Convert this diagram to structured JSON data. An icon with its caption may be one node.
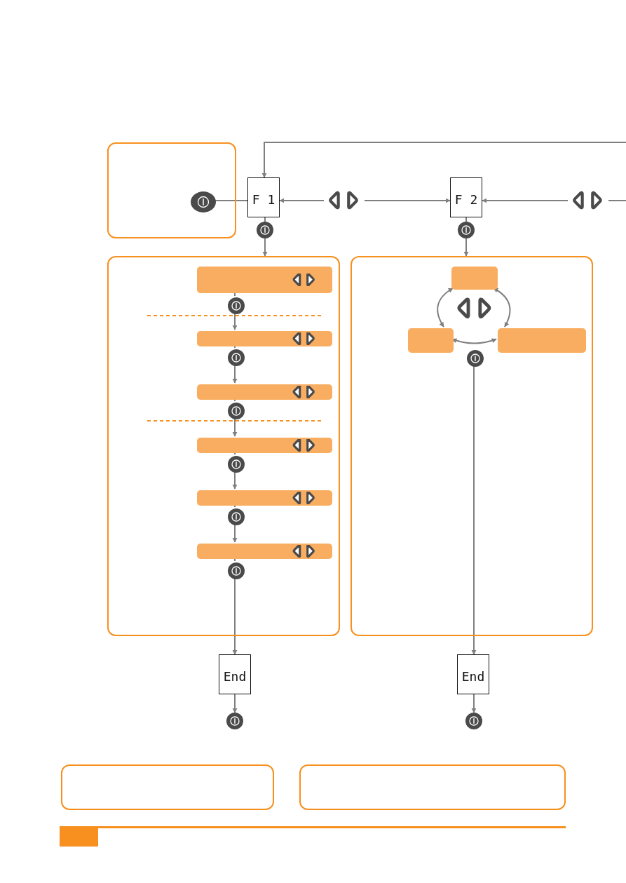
{
  "diagram": {
    "nodes": [
      {
        "text": [],
        "shape": "box"
      },
      {
        "text": [],
        "shape": "circle",
        "in": 0
      },
      {
        "text": [
          "F 1"
        ]
      },
      {
        "text": [],
        "shape": "button"
      },
      {
        "text": [
          "F 2"
        ]
      },
      {
        "text": [],
        "shape": "button"
      },
      {
        "text": [],
        "shape": "circle"
      },
      {
        "text": [],
        "shape": "box"
      },
      {
        "text": [],
        "shape": "bar",
        "in": 7
      },
      {
        "text": [],
        "shape": "circle",
        "in": 7
      },
      {
        "text": [],
        "shape": "bar",
        "in": 7
      },
      {
        "text": [],
        "shape": "circle",
        "in": 7
      },
      {
        "text": [],
        "shape": "bar",
        "in": 7
      },
      {
        "text": [],
        "shape": "circle",
        "in": 7
      },
      {
        "text": [],
        "shape": "bar",
        "in": 7
      },
      {
        "text": [],
        "shape": "circle",
        "in": 7
      },
      {
        "text": [],
        "shape": "bar",
        "in": 7
      },
      {
        "text": [],
        "shape": "circle",
        "in": 7
      },
      {
        "text": [],
        "shape": "bar",
        "in": 7
      },
      {
        "text": [],
        "shape": "circle",
        "in": 7
      },
      {
        "text": [
          "End"
        ]
      },
      {
        "text": [],
        "shape": "circle"
      },
      {
        "text": [],
        "shape": "circle"
      },
      {
        "text": [],
        "shape": "box"
      },
      {
        "text": [],
        "shape": "bar",
        "in": 23
      },
      {
        "text": [],
        "shape": "bar",
        "in": 23
      },
      {
        "text": [],
        "shape": "bar",
        "in": 23
      },
      {
        "text": [],
        "shape": "circle",
        "in": 23
      },
      {
        "text": [
          "End"
        ]
      },
      {
        "text": [],
        "shape": "circle"
      },
      {
        "text": [],
        "shape": "box"
      },
      {
        "text": [],
        "shape": "box"
      }
    ],
    "edges": [
      {
        "from": 1,
        "to": 2,
        "arrow": "none"
      },
      {
        "from": 3,
        "to": 2,
        "arrow": "to"
      },
      {
        "from": 3,
        "to": 4,
        "arrow": "to"
      },
      {
        "from": 5,
        "to": 4,
        "arrow": "to"
      },
      {
        "from": 5,
        "to": null,
        "arrow": "none"
      },
      {
        "from": null,
        "to": 2,
        "arrow": "to"
      },
      {
        "from": 2,
        "to": 6,
        "arrow": "none"
      },
      {
        "from": 6,
        "to": 7,
        "arrow": "to"
      },
      {
        "from": 8,
        "to": 9,
        "arrow": "none"
      },
      {
        "from": 9,
        "to": 10,
        "arrow": "to"
      },
      {
        "from": 10,
        "to": 11,
        "arrow": "none"
      },
      {
        "from": 11,
        "to": 12,
        "arrow": "to"
      },
      {
        "from": 12,
        "to": 13,
        "arrow": "none"
      },
      {
        "from": 13,
        "to": 14,
        "arrow": "to"
      },
      {
        "from": 14,
        "to": 15,
        "arrow": "none"
      },
      {
        "from": 15,
        "to": 16,
        "arrow": "to"
      },
      {
        "from": 16,
        "to": 17,
        "arrow": "none"
      },
      {
        "from": 17,
        "to": 18,
        "arrow": "to"
      },
      {
        "from": 18,
        "to": 19,
        "arrow": "none"
      },
      {
        "from": 19,
        "to": 20,
        "arrow": "to"
      },
      {
        "from": 20,
        "to": 21,
        "arrow": "to"
      },
      {
        "from": 4,
        "to": 22,
        "arrow": "none"
      },
      {
        "from": 22,
        "to": 23,
        "arrow": "to"
      },
      {
        "from": 24,
        "to": 25,
        "arrow": "both"
      },
      {
        "from": 24,
        "to": 26,
        "arrow": "both"
      },
      {
        "from": 25,
        "to": 26,
        "arrow": "both"
      },
      {
        "from": 27,
        "to": 28,
        "arrow": "to"
      },
      {
        "from": 28,
        "to": 29,
        "arrow": "to"
      }
    ]
  }
}
